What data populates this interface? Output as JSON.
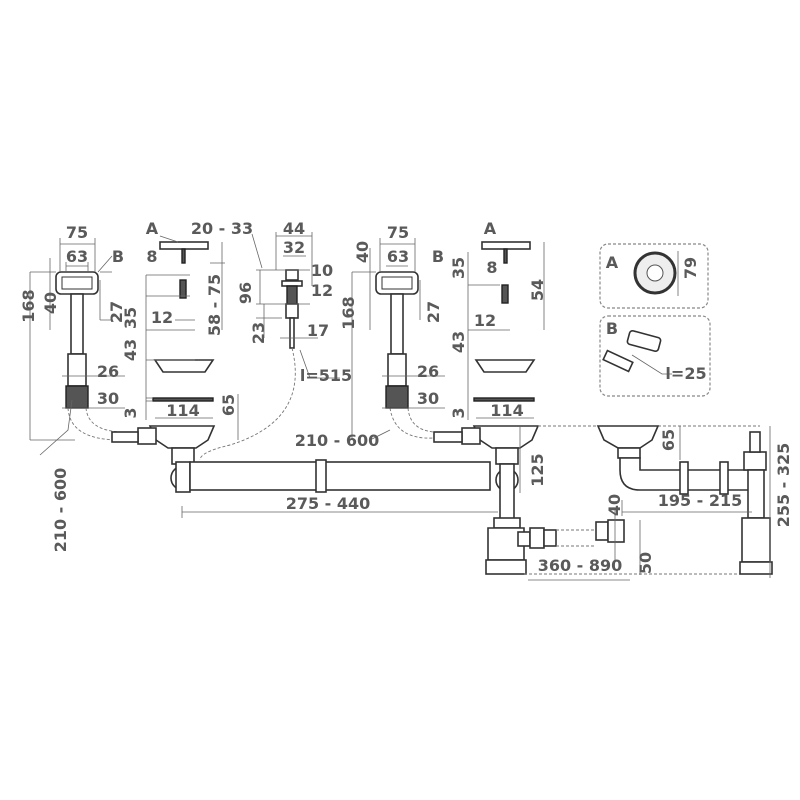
{
  "diagram": {
    "colors": {
      "text": "#5a5a5a",
      "line": "#333333"
    },
    "left_overflow": {
      "width_outer": "75",
      "width_inner": "63",
      "part_b": "B",
      "height_total": "168",
      "height_head": "40",
      "height_27": "27",
      "hose_dia": "26",
      "nut_dia": "30",
      "hose_length": "210 - 600"
    },
    "left_strainer": {
      "part_a": "A",
      "range_20_33": "20 - 33",
      "dim_8": "8",
      "dim_35": "35",
      "dim_12": "12",
      "range_58_75": "58 - 75",
      "dim_43": "43",
      "dim_3": "3",
      "dia_114": "114",
      "dim_65": "65"
    },
    "button": {
      "dim_44": "44",
      "dim_32": "32",
      "dim_10": "10",
      "dim_12": "12",
      "dim_96": "96",
      "dim_23": "23",
      "dim_17": "17",
      "cable": "l=515"
    },
    "pipes": {
      "range_275_440": "275 - 440",
      "range_210_600": "210 - 600",
      "dim_125": "125",
      "dim_40": "40",
      "range_360_890": "360 - 890",
      "dim_50": "50"
    },
    "right_overflow": {
      "width_outer": "75",
      "width_inner": "63",
      "part_b": "B",
      "height_40": "40",
      "height_total": "168",
      "height_27": "27",
      "hose_dia": "26",
      "nut_dia": "30"
    },
    "right_strainer": {
      "part_a": "A",
      "dim_35": "35",
      "dim_8": "8",
      "dim_54": "54",
      "dim_12": "12",
      "dim_43": "43",
      "dim_3": "3",
      "dia_114": "114"
    },
    "alt_siphon": {
      "dim_65": "65",
      "range_195_215": "195 - 215",
      "range_255_325": "255 - 325"
    },
    "inset_a": {
      "label": "A",
      "dia_79": "79"
    },
    "inset_b": {
      "label": "B",
      "screw": "l=25"
    }
  }
}
